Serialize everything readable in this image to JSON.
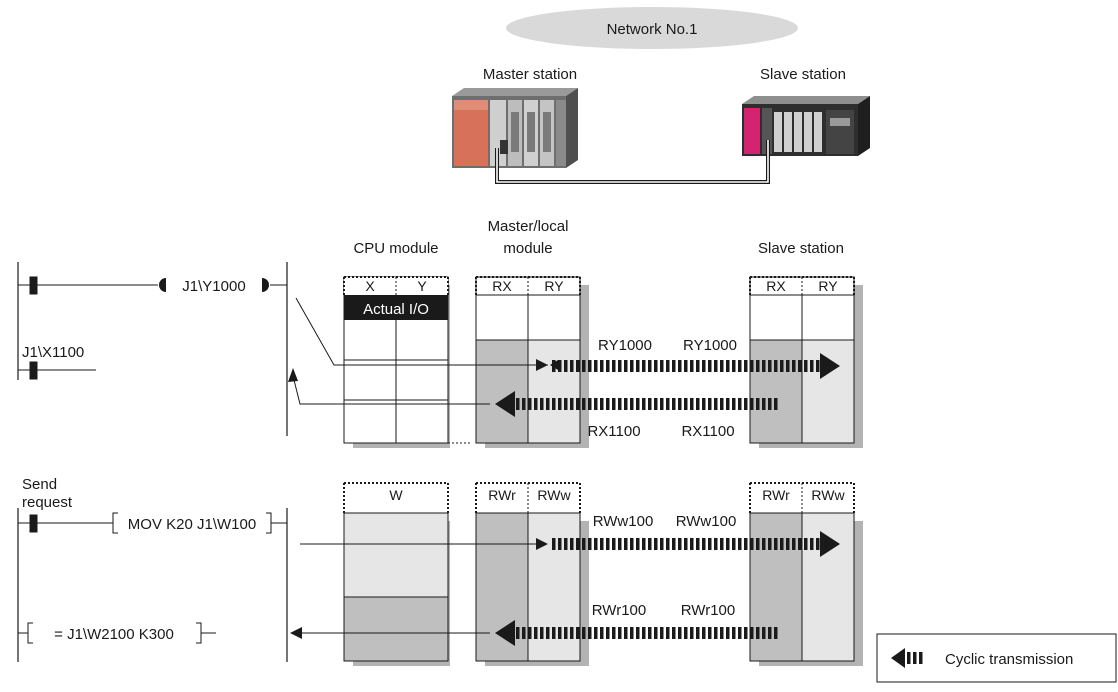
{
  "network": {
    "label": "Network No.1"
  },
  "stations": {
    "master": "Master station",
    "slave": "Slave station"
  },
  "columns": {
    "cpu": "CPU module",
    "master_local_line1": "Master/local",
    "master_local_line2": "module",
    "slave": "Slave station"
  },
  "cpu_headers": {
    "x": "X",
    "y": "Y",
    "actual_io": "Actual I/O",
    "w": "W"
  },
  "ml_headers": {
    "rx": "RX",
    "ry": "RY",
    "rwr": "RWr",
    "rww": "RWw"
  },
  "slave_headers": {
    "rx": "RX",
    "ry": "RY",
    "rwr": "RWr",
    "rww": "RWw"
  },
  "ladder": {
    "coil": "J1\\Y1000",
    "contact_x": "J1\\X1100",
    "send_line1": "Send",
    "send_line2": "request",
    "mov": "MOV K20 J1\\W100",
    "compare": "= J1\\W2100 K300"
  },
  "transfers": {
    "ry_master": "RY1000",
    "ry_slave": "RY1000",
    "rx_master": "RX1100",
    "rx_slave": "RX1100",
    "rww_master": "RWw100",
    "rww_slave": "RWw100",
    "rwr_master": "RWr100",
    "rwr_slave": "RWr100"
  },
  "legend": {
    "label": "Cyclic transmission"
  },
  "colors": {
    "ellipse": "#d9d9d9",
    "shadow": "#b3b3b3",
    "dark_cell": "#bfbfbf",
    "light_cell": "#e6e6e6",
    "header_black": "#1a1a1a",
    "arrow": "#1a1a1a"
  }
}
